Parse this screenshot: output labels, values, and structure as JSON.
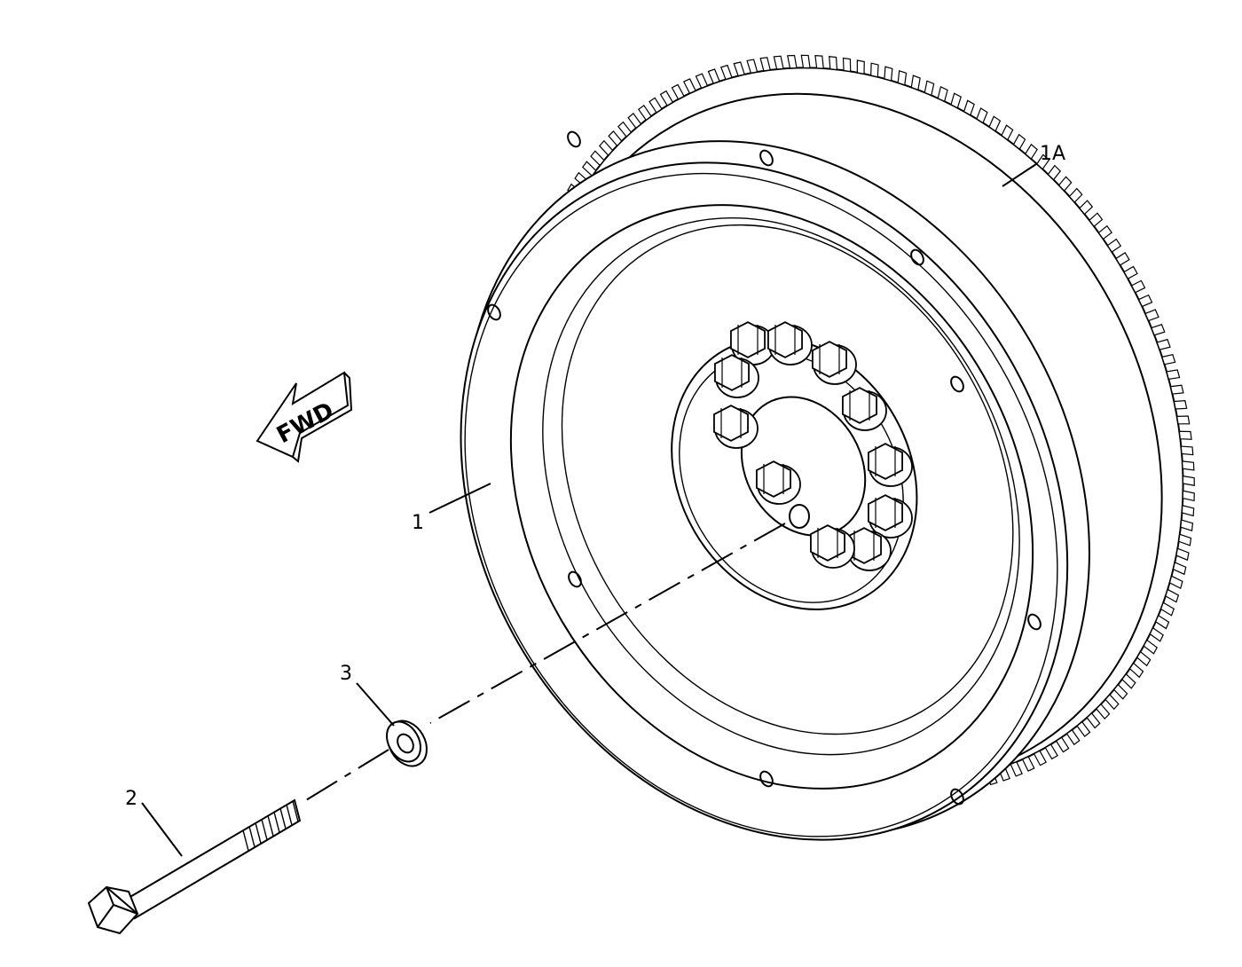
{
  "callouts": {
    "flywheel": "1",
    "ring_gear": "1A",
    "bolt": "2",
    "washer": "3"
  },
  "direction_arrow": {
    "text": "FWD"
  },
  "colors": {
    "line": "#000000",
    "background": "#ffffff"
  }
}
